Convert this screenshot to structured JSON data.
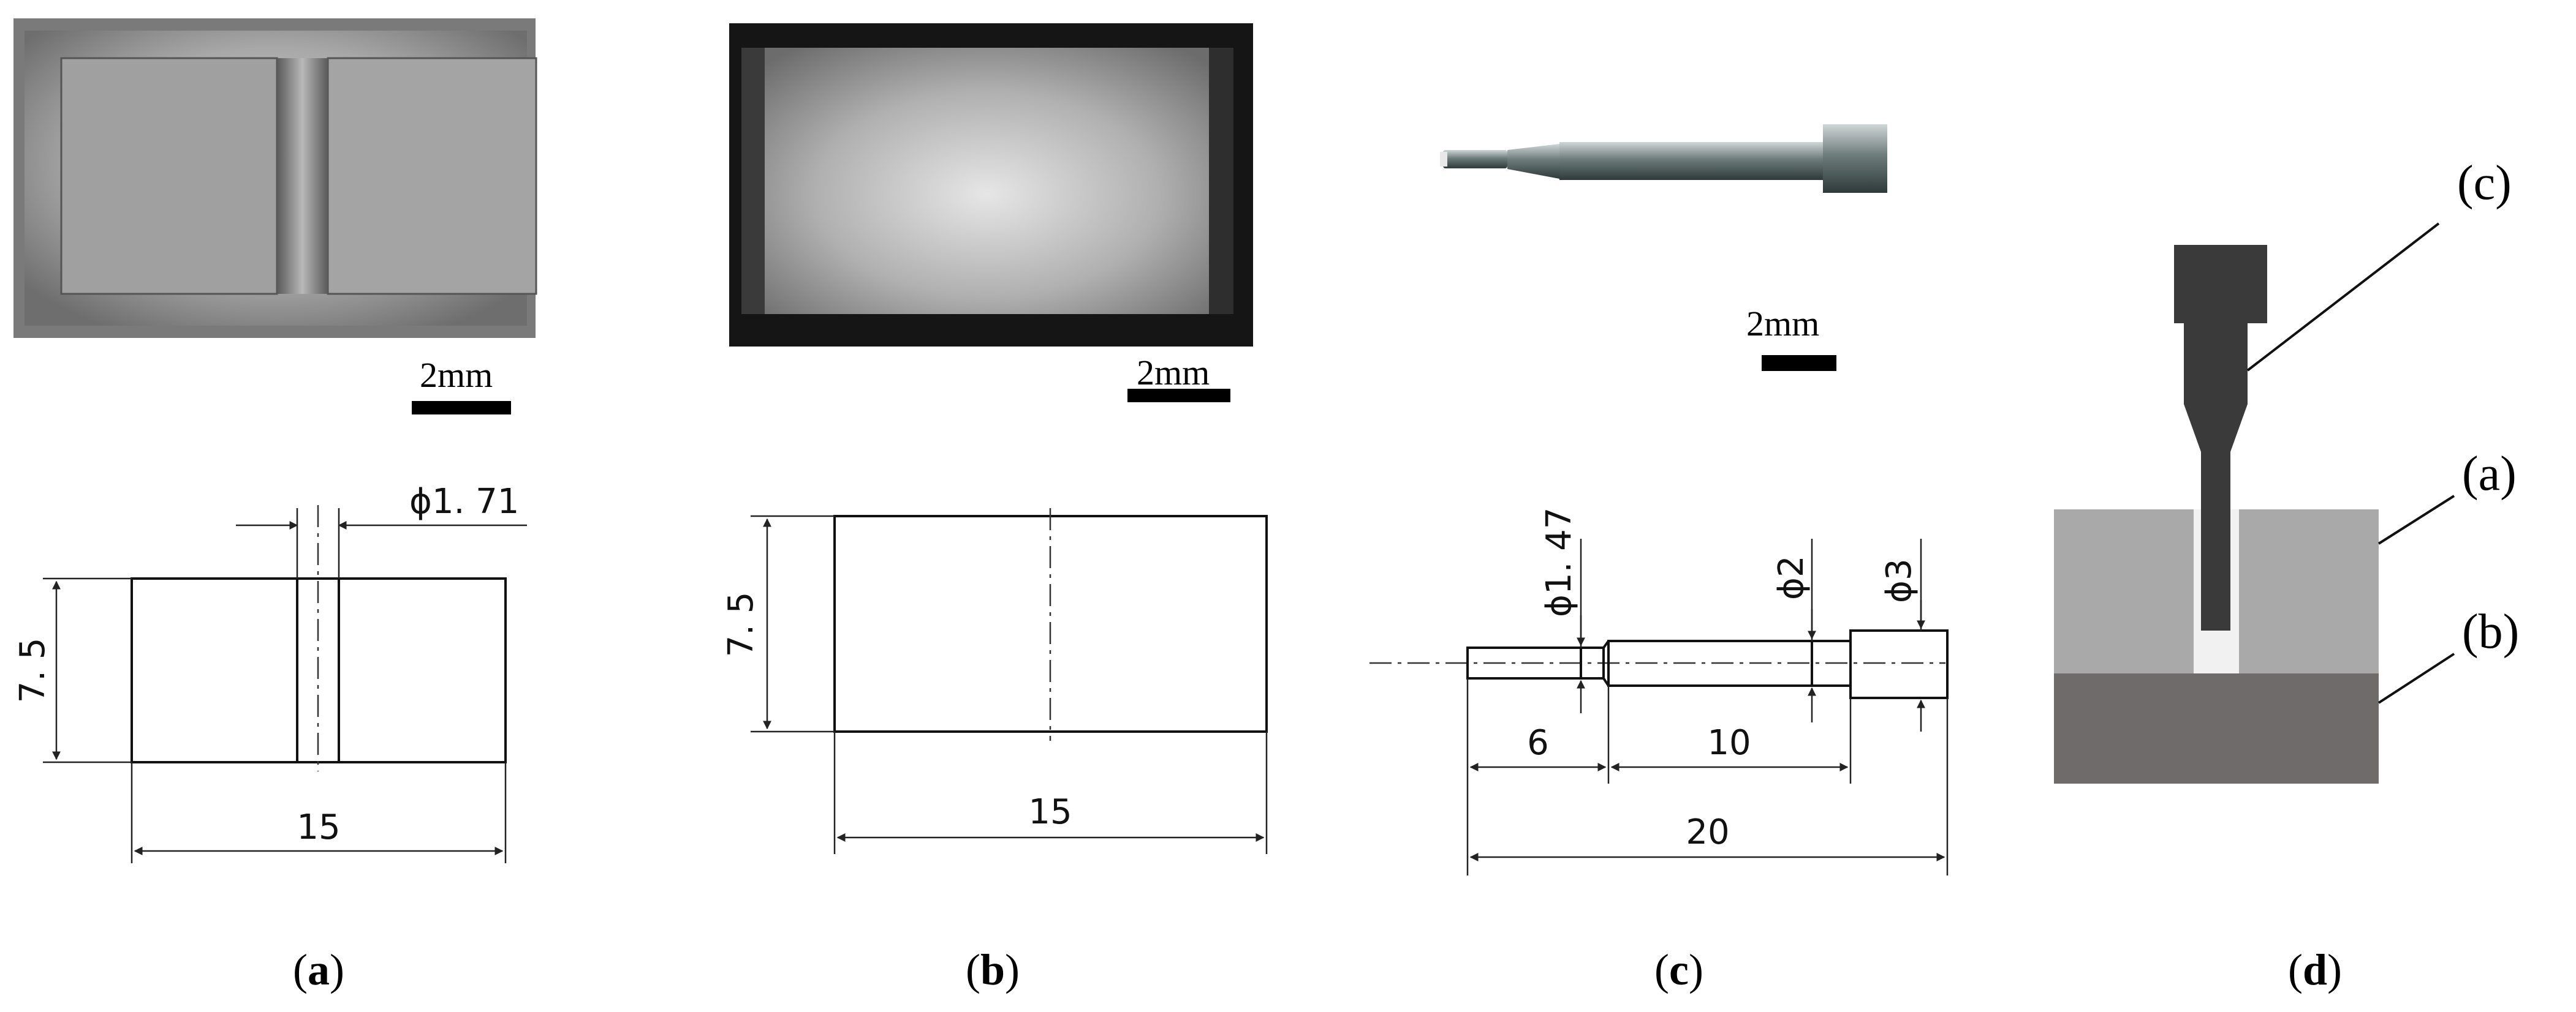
{
  "panels": {
    "a": {
      "caption_letter": "a",
      "scale_bar": "2mm",
      "dims": {
        "bore": "ϕ1. 71",
        "height": "7. 5",
        "width": "15"
      }
    },
    "b": {
      "caption_letter": "b",
      "scale_bar": "2mm",
      "dims": {
        "height": "7. 5",
        "width": "15"
      }
    },
    "c": {
      "caption_letter": "c",
      "scale_bar": "2mm",
      "dims": {
        "tip_dia": "ϕ1. 47",
        "shaft_dia": "ϕ2",
        "head_dia": "ϕ3",
        "tip_len": "6",
        "shaft_len": "10",
        "total_len": "20"
      }
    },
    "d": {
      "caption_letter": "d",
      "labels": {
        "punch": "(c)",
        "die": "(a)",
        "base": "(b)"
      },
      "colors": {
        "punch": "#3a3a3a",
        "die": "#a9a9a9",
        "base": "#6f6b6b",
        "gap": "#f1f1f1"
      }
    }
  }
}
